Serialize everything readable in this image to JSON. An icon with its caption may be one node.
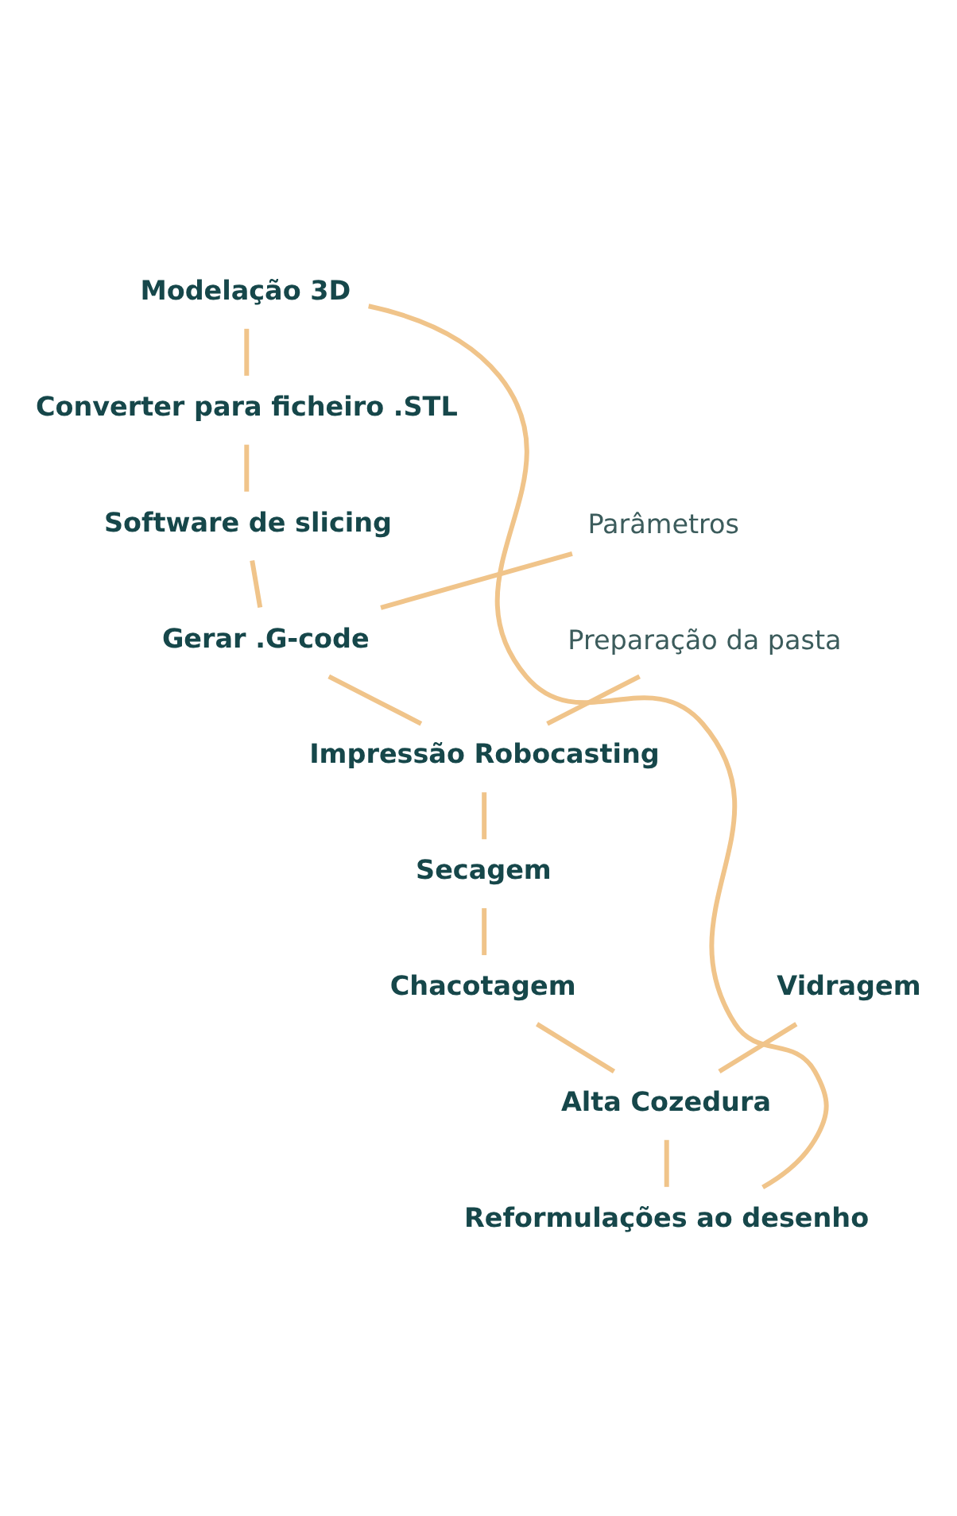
{
  "diagram": {
    "nodes": [
      {
        "text": [
          "Modelação 3D"
        ]
      },
      {
        "text": [
          "Converter para ficheiro .STL"
        ]
      },
      {
        "text": [
          "Software de slicing"
        ]
      },
      {
        "text": [
          "Parâmetros"
        ]
      },
      {
        "text": [
          "Gerar .G-code"
        ]
      },
      {
        "text": [
          "Preparação da pasta"
        ]
      },
      {
        "text": [
          "Impressão Robocasting"
        ]
      },
      {
        "text": [
          "Secagem"
        ]
      },
      {
        "text": [
          "Chacotagem"
        ]
      },
      {
        "text": [
          "Vidragem"
        ]
      },
      {
        "text": [
          "Alta Cozedura"
        ]
      },
      {
        "text": [
          "Reformulações ao desenho"
        ]
      }
    ],
    "edges": [
      {
        "from": 0,
        "to": 1,
        "arrow": "none"
      },
      {
        "from": 1,
        "to": 2,
        "arrow": "none"
      },
      {
        "from": 2,
        "to": 4,
        "arrow": "none"
      },
      {
        "from": 3,
        "to": 4,
        "arrow": "none"
      },
      {
        "from": 4,
        "to": 6,
        "arrow": "none"
      },
      {
        "from": 5,
        "to": 6,
        "arrow": "none"
      },
      {
        "from": 6,
        "to": 7,
        "arrow": "none"
      },
      {
        "from": 7,
        "to": 8,
        "arrow": "none"
      },
      {
        "from": 8,
        "to": 10,
        "arrow": "none"
      },
      {
        "from": 9,
        "to": 10,
        "arrow": "none"
      },
      {
        "from": 10,
        "to": 11,
        "arrow": "none"
      },
      {
        "from": 11,
        "to": 0,
        "arrow": "none"
      }
    ]
  }
}
